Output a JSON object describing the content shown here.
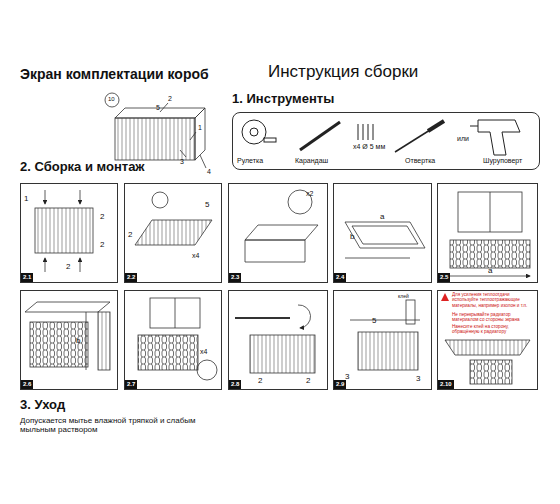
{
  "diagram": {
    "title": "Инструкция сборки",
    "nodes": [
      {
        "text": [
          "Рулетка",
          "Карандаш",
          "x4 Ø 5 мм",
          "Отвертка",
          "или",
          "Шуруповерт"
        ]
      },
      {
        "text": [
          "2.1"
        ]
      },
      {
        "text": [
          "2.2"
        ]
      },
      {
        "text": [
          "2.3"
        ]
      },
      {
        "text": [
          "2.4"
        ]
      },
      {
        "text": [
          "2.5"
        ]
      },
      {
        "text": [
          "2.6"
        ]
      },
      {
        "text": [
          "2.7"
        ]
      },
      {
        "text": [
          "2.8"
        ]
      },
      {
        "text": [
          "2.9"
        ]
      },
      {
        "text": [
          "2.10"
        ]
      }
    ],
    "labels": [
      "Экран комплектации короб",
      "1. Инструменты",
      "2. Сборка и монтаж",
      "3. Уход",
      "Допускается мытье влажной тряпкой и слабым мыльным раствором",
      "10",
      "2",
      "5",
      "1",
      "3",
      "4",
      "1",
      "2",
      "2",
      "2",
      "5",
      "2",
      "x4",
      "x2",
      "a",
      "b",
      "a",
      "b",
      "x4",
      "2",
      "2",
      "5",
      "3",
      "3",
      "клей",
      "Для усиления теплоотдачи используйте теплоотражающие материалы, например изолон и т.п.",
      "Не перекрывайте радиатор материалом со стороны экрана",
      "Нанесите клей на сторону, обращённую к радиатору"
    ]
  }
}
